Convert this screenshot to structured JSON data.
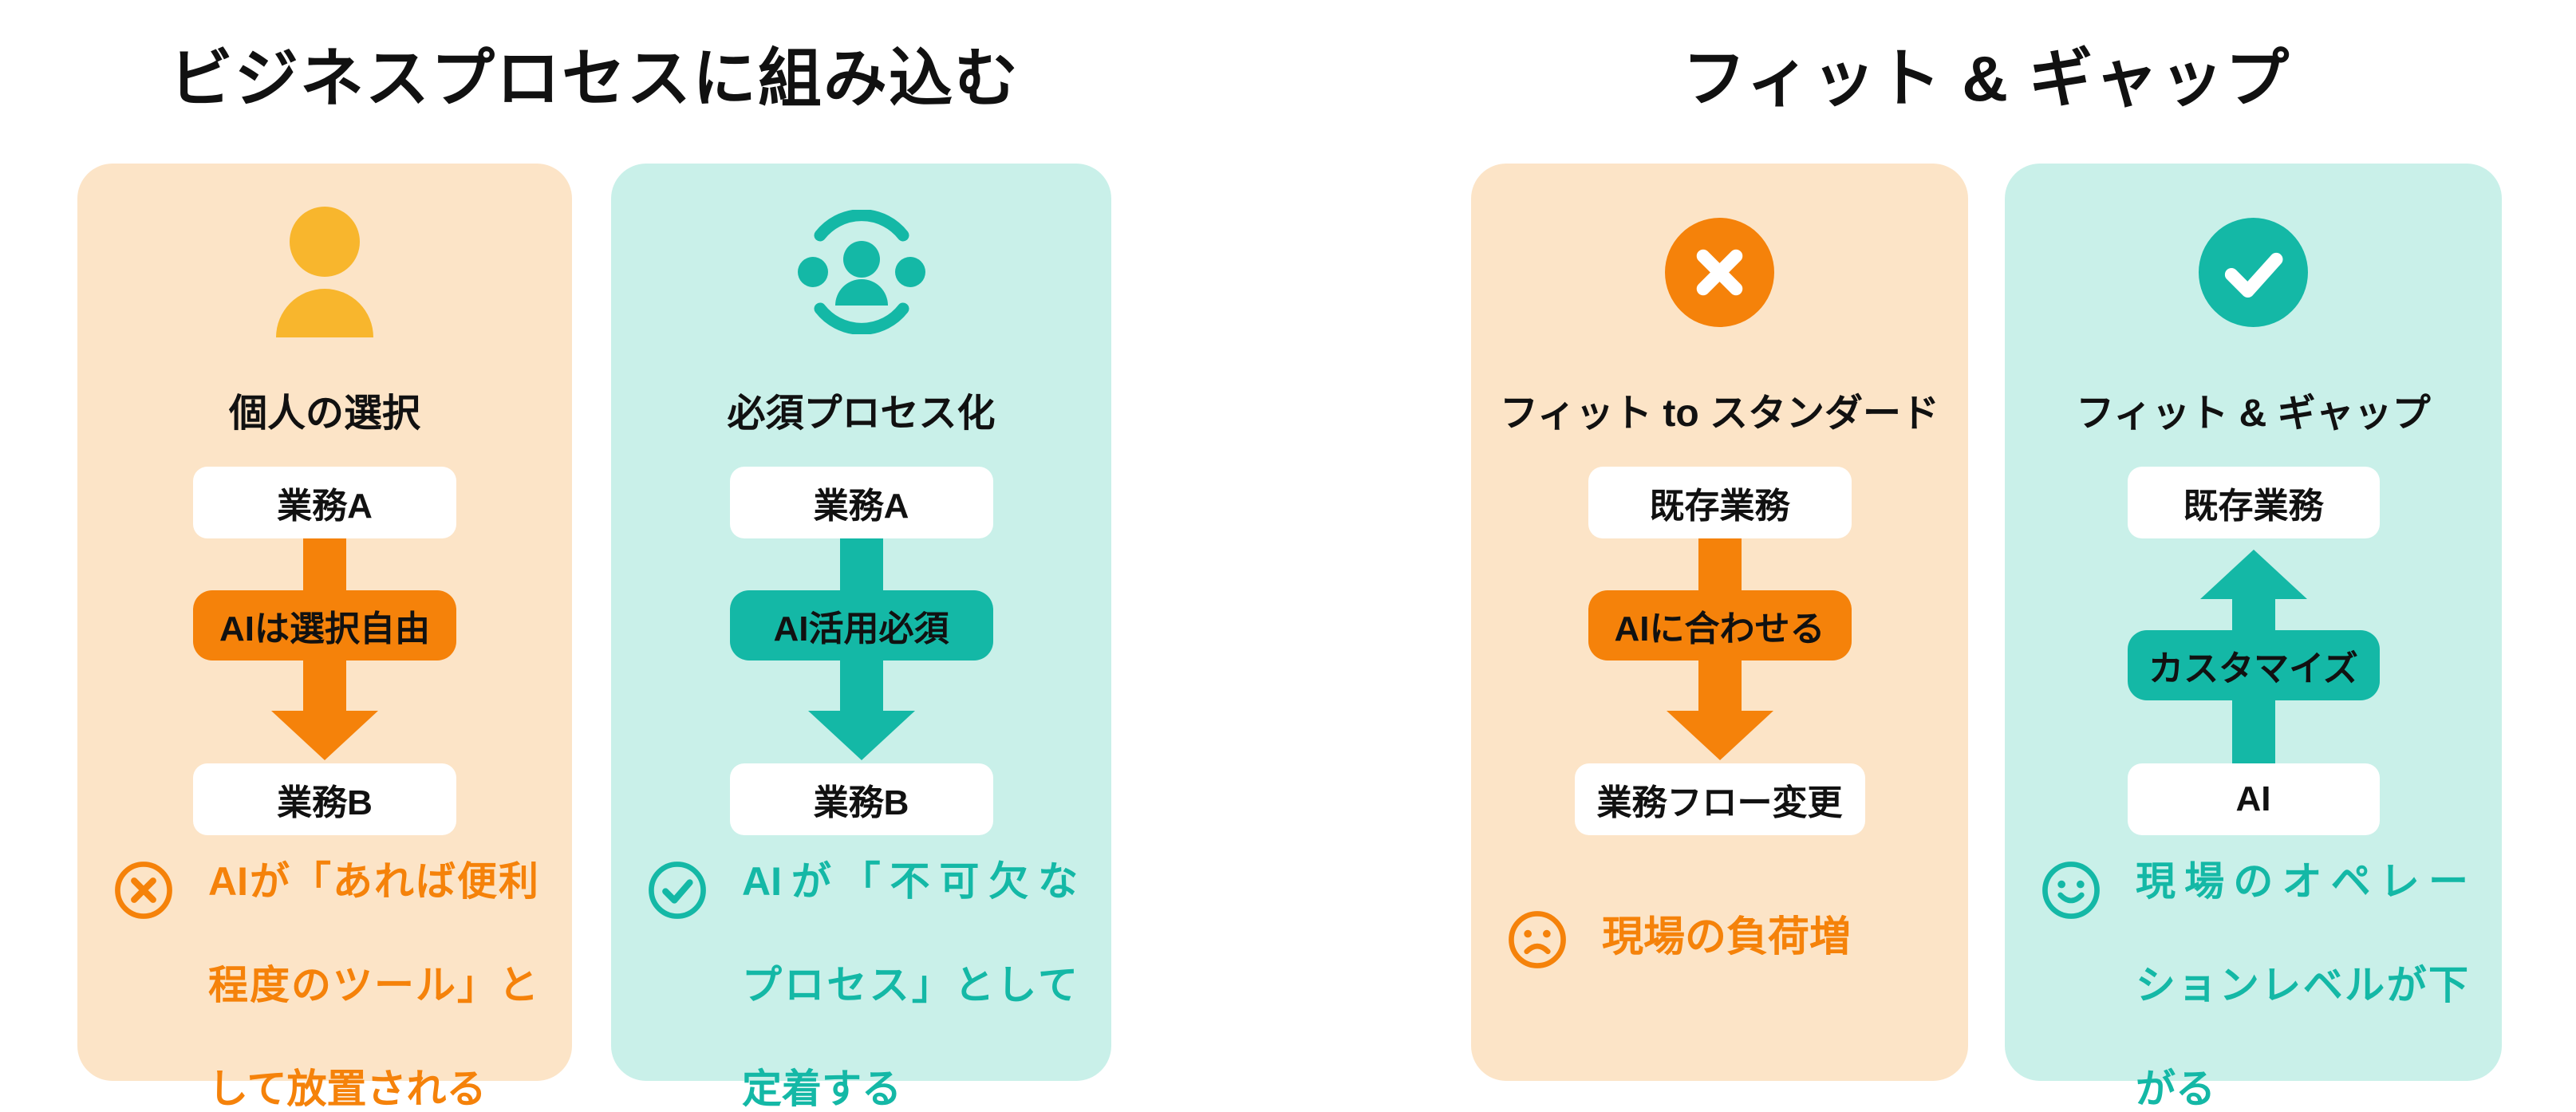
{
  "theme": {
    "orange": "#F5820A",
    "amber": "#F8B62D",
    "teal": "#14B8A6",
    "orange_bg": "#FCE4C7",
    "teal_bg": "#C9F0E9",
    "ink": "#111111",
    "box_white": "#FFFFFF"
  },
  "groups": [
    {
      "title": "ビジネスプロセスに組み込む",
      "cards": [
        {
          "variant": "orange",
          "icon": "person-icon",
          "heading": "個人の選択",
          "top_box": "業務A",
          "arrow_label": "AIは選択自由",
          "arrow_direction": "down",
          "bottom_box": "業務B",
          "note_icon": "x-circle-outline-icon",
          "note_lines": [
            "AIが「あれば便利",
            "程度のツール」と",
            "して放置される"
          ]
        },
        {
          "variant": "teal",
          "icon": "team-icon",
          "heading": "必須プロセス化",
          "top_box": "業務A",
          "arrow_label": "AI活用必須",
          "arrow_direction": "down",
          "bottom_box": "業務B",
          "note_icon": "check-circle-outline-icon",
          "note_lines": [
            "AIが「不可欠な",
            "プロセス」として",
            "定着する"
          ]
        }
      ]
    },
    {
      "title": "フィット & ギャップ",
      "cards": [
        {
          "variant": "orange",
          "icon": "x-circle-icon",
          "heading": "フィット to スタンダード",
          "top_box": "既存業務",
          "arrow_label": "AIに合わせる",
          "arrow_direction": "down",
          "bottom_box": "業務フロー変更",
          "note_icon": "sad-face-icon",
          "note_lines": [
            "現場の負荷増"
          ]
        },
        {
          "variant": "teal",
          "icon": "check-circle-icon",
          "heading": "フィット & ギャップ",
          "top_box": "既存業務",
          "arrow_label": "カスタマイズ",
          "arrow_direction": "up",
          "bottom_box": "AI",
          "note_icon": "smile-face-icon",
          "note_lines": [
            "現場のオペレー",
            "ションレベルが下",
            "がる"
          ]
        }
      ]
    }
  ]
}
